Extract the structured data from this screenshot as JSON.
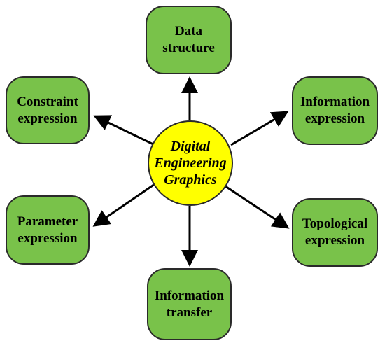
{
  "diagram": {
    "center": {
      "lines": [
        "Digital",
        "Engineering",
        "Graphics"
      ]
    },
    "nodes": {
      "data_structure": {
        "lines": [
          "Data",
          "structure"
        ]
      },
      "constraint_expression": {
        "lines": [
          "Constraint",
          "expression"
        ]
      },
      "information_expression": {
        "lines": [
          "Information",
          "expression"
        ]
      },
      "parameter_expression": {
        "lines": [
          "Parameter",
          "expression"
        ]
      },
      "topological_expression": {
        "lines": [
          "Topological",
          "expression"
        ]
      },
      "information_transfer": {
        "lines": [
          "Information",
          "transfer"
        ]
      }
    },
    "colors": {
      "node_fill": "#79c24a",
      "center_fill": "#ffff00",
      "outline": "#2a2a2a",
      "arrow": "#000000"
    }
  }
}
